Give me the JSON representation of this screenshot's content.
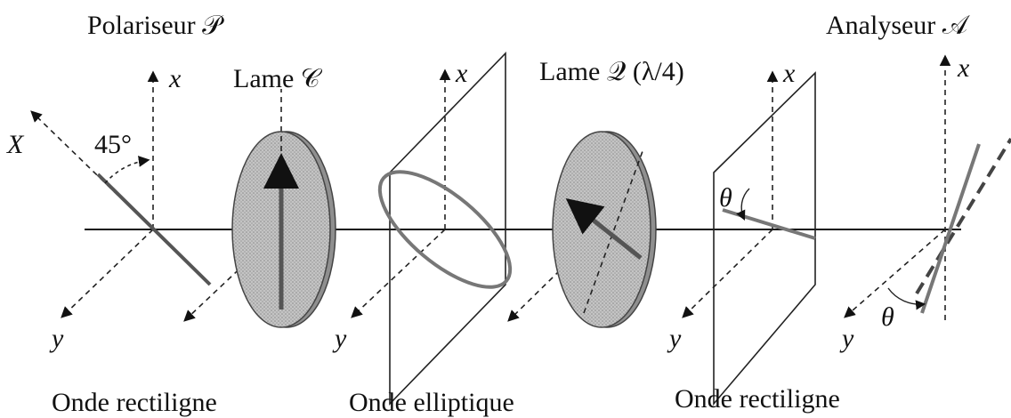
{
  "labels": {
    "polariseur": "Polariseur 𝒫",
    "lame_c": "Lame 𝒞",
    "lame_q": "Lame 𝒬 (λ/4)",
    "analyseur": "Analyseur 𝒜",
    "angle_45": "45°",
    "axis_x": "x",
    "axis_y": "y",
    "axis_X": "X",
    "theta": "θ"
  },
  "captions": {
    "wave1": "Onde rectiligne",
    "wave2": "Onde elliptique",
    "wave3": "Onde rectiligne"
  },
  "colors": {
    "ink": "#111111",
    "plate_fill": "#b9b9b9",
    "plate_edge": "#444444",
    "rod": "#555555"
  }
}
